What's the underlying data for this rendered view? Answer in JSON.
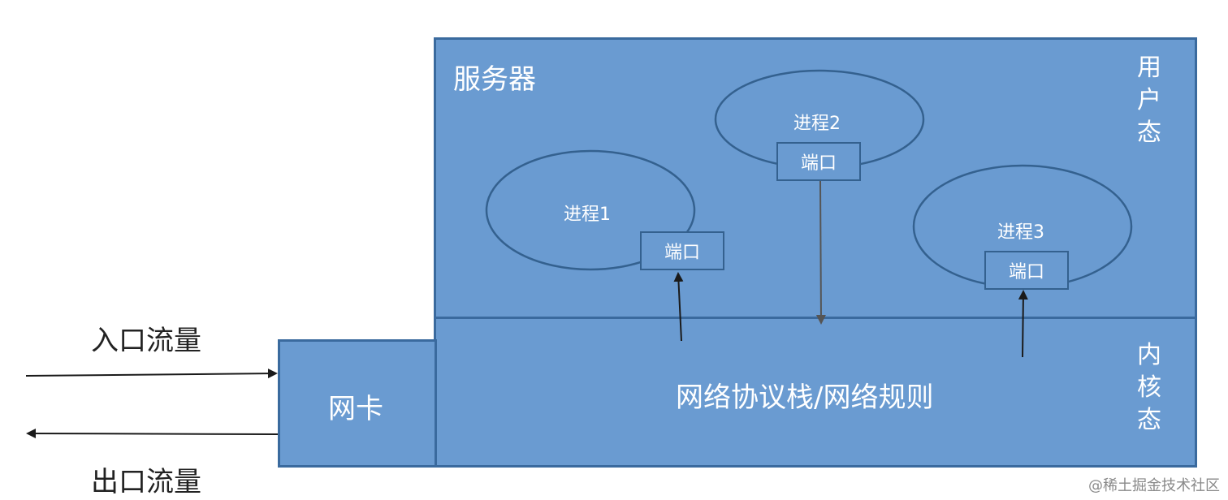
{
  "server": {
    "title": "服务器",
    "user_space": "用户态",
    "kernel_space": "内核态"
  },
  "processes": [
    {
      "label": "进程1",
      "port": "端口"
    },
    {
      "label": "进程2",
      "port": "端口"
    },
    {
      "label": "进程3",
      "port": "端口"
    }
  ],
  "kernel": {
    "stack_label": "网络协议栈/网络规则"
  },
  "nic": {
    "label": "网卡"
  },
  "traffic": {
    "inbound": "入口流量",
    "outbound": "出口流量"
  },
  "watermark": "@稀土掘金技术社区",
  "colors": {
    "box_fill": "#6a9bd1",
    "box_border": "#3a6a9e",
    "text_light": "#ffffff",
    "arrow": "#1a1a1a"
  }
}
